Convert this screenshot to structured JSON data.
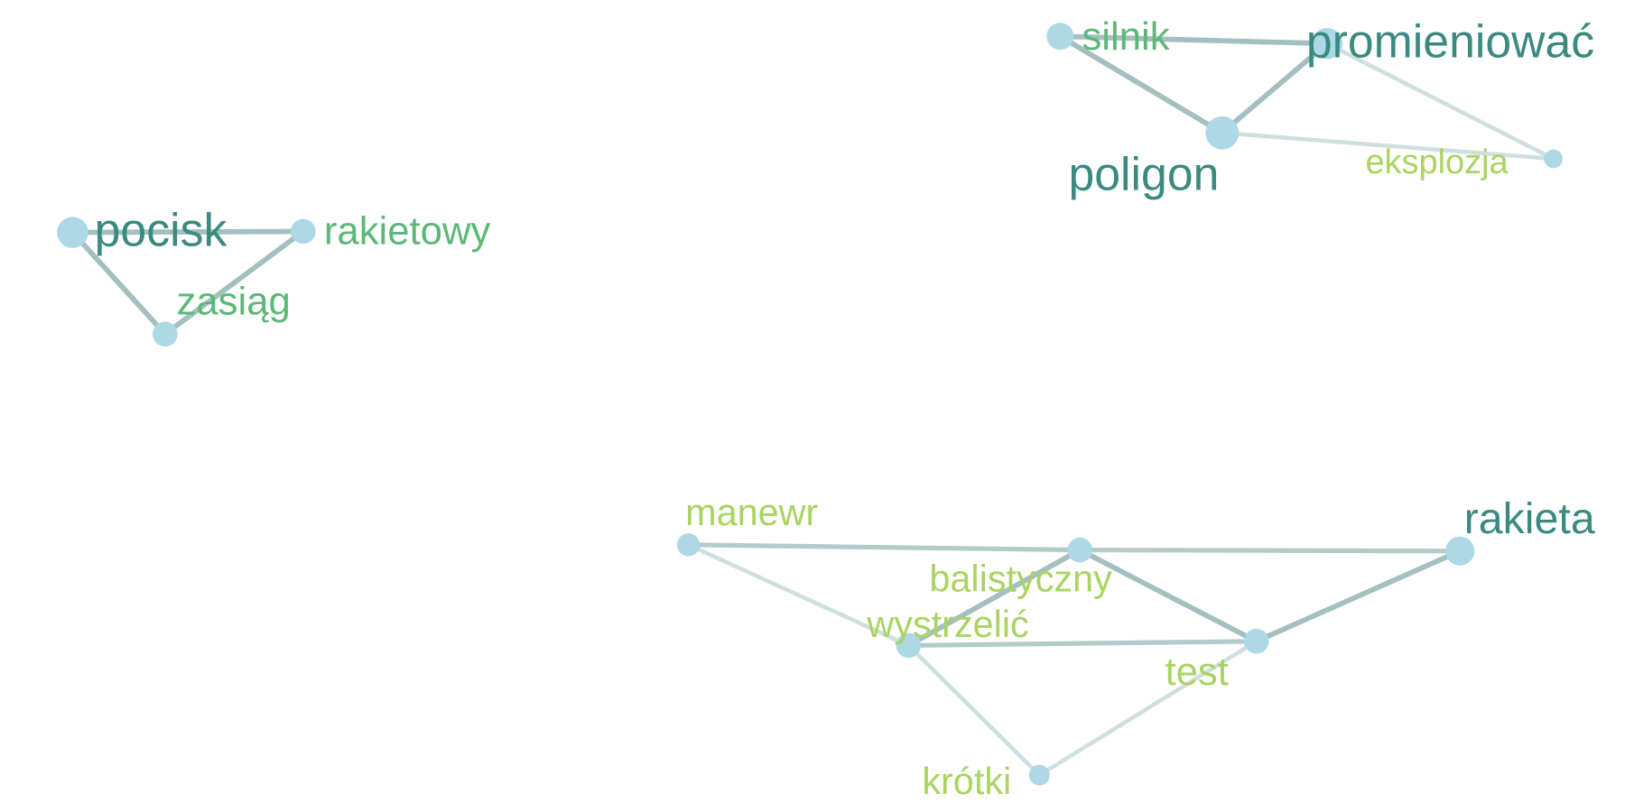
{
  "colors": {
    "node_fill": "#add8e6",
    "edge_strong": "#a3bfbf",
    "edge_medium": "#b4cbcb",
    "edge_weak": "#cfdfdf",
    "label_dark": "#3a8a80",
    "label_medium": "#5cb878",
    "label_light": "#a9d462",
    "background": "#ffffff"
  },
  "nodes": [
    {
      "id": "silnik",
      "label": "silnik",
      "tone": "medium"
    },
    {
      "id": "promieniowac",
      "label": "promieniować",
      "tone": "dark"
    },
    {
      "id": "poligon",
      "label": "poligon",
      "tone": "dark"
    },
    {
      "id": "eksplozja",
      "label": "eksplozja",
      "tone": "light"
    },
    {
      "id": "pocisk",
      "label": "pocisk",
      "tone": "dark"
    },
    {
      "id": "rakietowy",
      "label": "rakietowy",
      "tone": "medium"
    },
    {
      "id": "zasiag",
      "label": "zasiąg",
      "tone": "medium"
    },
    {
      "id": "manewr",
      "label": "manewr",
      "tone": "light"
    },
    {
      "id": "balistyczny",
      "label": "balistyczny",
      "tone": "light"
    },
    {
      "id": "rakieta",
      "label": "rakieta",
      "tone": "dark"
    },
    {
      "id": "wystrzelic",
      "label": "wystrzelić",
      "tone": "light"
    },
    {
      "id": "test",
      "label": "test",
      "tone": "light"
    },
    {
      "id": "krotki",
      "label": "krótki",
      "tone": "light"
    }
  ],
  "edges": [
    {
      "source": "silnik",
      "target": "promieniowac",
      "strength": "strong"
    },
    {
      "source": "silnik",
      "target": "poligon",
      "strength": "strong"
    },
    {
      "source": "promieniowac",
      "target": "poligon",
      "strength": "strong"
    },
    {
      "source": "promieniowac",
      "target": "eksplozja",
      "strength": "weak"
    },
    {
      "source": "poligon",
      "target": "eksplozja",
      "strength": "weak"
    },
    {
      "source": "pocisk",
      "target": "rakietowy",
      "strength": "strong"
    },
    {
      "source": "pocisk",
      "target": "zasiag",
      "strength": "strong"
    },
    {
      "source": "rakietowy",
      "target": "zasiag",
      "strength": "strong"
    },
    {
      "source": "manewr",
      "target": "balistyczny",
      "strength": "medium"
    },
    {
      "source": "balistyczny",
      "target": "rakieta",
      "strength": "medium"
    },
    {
      "source": "manewr",
      "target": "wystrzelic",
      "strength": "weak"
    },
    {
      "source": "balistyczny",
      "target": "wystrzelic",
      "strength": "strong"
    },
    {
      "source": "balistyczny",
      "target": "test",
      "strength": "strong"
    },
    {
      "source": "rakieta",
      "target": "test",
      "strength": "strong"
    },
    {
      "source": "wystrzelic",
      "target": "test",
      "strength": "medium"
    },
    {
      "source": "wystrzelic",
      "target": "krotki",
      "strength": "weak"
    },
    {
      "source": "test",
      "target": "krotki",
      "strength": "weak"
    }
  ]
}
